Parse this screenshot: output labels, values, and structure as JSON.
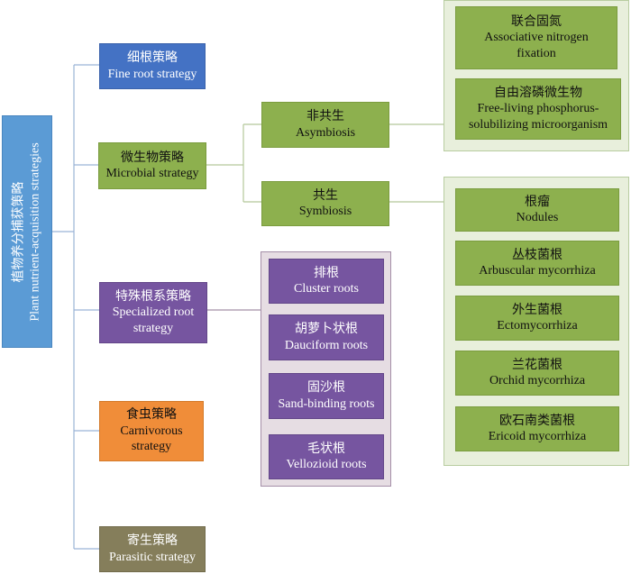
{
  "root": {
    "zh": "植物养分捕获策略",
    "en": "Plant nutrient-acquisition strategies"
  },
  "strategies": {
    "fine_root": {
      "zh": "细根策略",
      "en": "Fine root strategy"
    },
    "microbial": {
      "zh": "微生物策略",
      "en": "Microbial strategy"
    },
    "specialized_root": {
      "zh": "特殊根系策略",
      "en1": "Specialized root",
      "en2": "strategy"
    },
    "carnivorous": {
      "zh": "食虫策略",
      "en1": "Carnivorous",
      "en2": "strategy"
    },
    "parasitic": {
      "zh": "寄生策略",
      "en": "Parasitic strategy"
    }
  },
  "microbial_types": {
    "asymbiosis": {
      "zh": "非共生",
      "en": "Asymbiosis"
    },
    "symbiosis": {
      "zh": "共生",
      "en": "Symbiosis"
    }
  },
  "asymbiosis_items": [
    {
      "zh": "联合固氮",
      "en1": "Associative nitrogen",
      "en2": "fixation"
    },
    {
      "zh": "自由溶磷微生物",
      "en1": "Free-living phosphorus-",
      "en2": "solubilizing microorganism"
    }
  ],
  "symbiosis_items": [
    {
      "zh": "根瘤",
      "en": "Nodules"
    },
    {
      "zh": "丛枝菌根",
      "en": "Arbuscular mycorrhiza"
    },
    {
      "zh": "外生菌根",
      "en": "Ectomycorrhiza"
    },
    {
      "zh": "兰花菌根",
      "en": "Orchid mycorrhiza"
    },
    {
      "zh": "欧石南类菌根",
      "en": "Ericoid mycorrhiza"
    }
  ],
  "specialized_root_items": [
    {
      "zh": "排根",
      "en": "Cluster roots"
    },
    {
      "zh": "胡萝卜状根",
      "en": "Dauciform roots"
    },
    {
      "zh": "固沙根",
      "en": "Sand-binding roots"
    },
    {
      "zh": "毛状根",
      "en": "Vellozioid roots"
    }
  ],
  "colors": {
    "root": "#5b9bd5",
    "fine_root": "#4472c4",
    "microbial": "#8db04e",
    "specialized": "#7655a0",
    "carnivorous": "#f08d39",
    "parasitic": "#857e5b",
    "connector": "#8faadc"
  }
}
